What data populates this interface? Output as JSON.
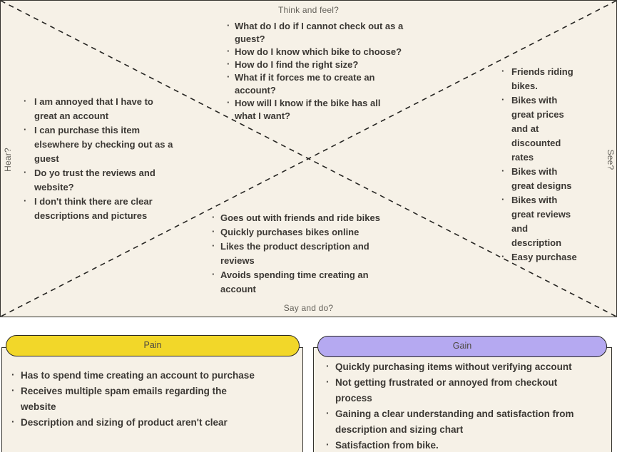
{
  "empathy_map": {
    "think_label": "Think and feel?",
    "hear_label": "Hear?",
    "see_label": "See?",
    "say_label": "Say and do?",
    "think_items": [
      "What do I do if I cannot check out as a\nguest?",
      "How do I know which bike to choose?",
      "How do I find the right size?",
      "What if it forces me to create an\naccount?",
      "How will I know if the bike has all\nwhat I want?"
    ],
    "hear_items": [
      "I am annoyed that I have to\ngreat an account",
      "I can purchase this item\nelsewhere by checking out as a\nguest",
      "Do yo trust the reviews and\nwebsite?",
      "I don't think there are clear\ndescriptions and pictures"
    ],
    "see_items": [
      "Friends riding\nbikes.",
      "Bikes with\ngreat prices\nand at\ndiscounted\nrates",
      "Bikes with\ngreat designs",
      "Bikes with\ngreat reviews\nand\ndescription",
      "Easy purchase"
    ],
    "say_items": [
      "Goes out with friends and ride bikes",
      "Quickly purchases bikes online",
      "Likes the product description and\nreviews",
      "Avoids spending time creating an\naccount"
    ]
  },
  "pain": {
    "title": "Pain",
    "items": [
      "Has to spend time creating an account to purchase",
      "Receives multiple spam emails regarding the\nwebsite",
      "Description and sizing of product aren't clear"
    ]
  },
  "gain": {
    "title": "Gain",
    "items": [
      "Quickly purchasing items without verifying account",
      "Not getting frustrated or annoyed from checkout\nprocess",
      "Gaining a clear understanding and satisfaction from\ndescription and sizing chart",
      "Satisfaction from bike."
    ]
  },
  "colors": {
    "map_background": "#f6f1e7",
    "pain_header": "#f2d729",
    "gain_header": "#b5a9f1",
    "border": "#34322d",
    "item_text": "#3b3834",
    "label_text": "#64615a"
  }
}
